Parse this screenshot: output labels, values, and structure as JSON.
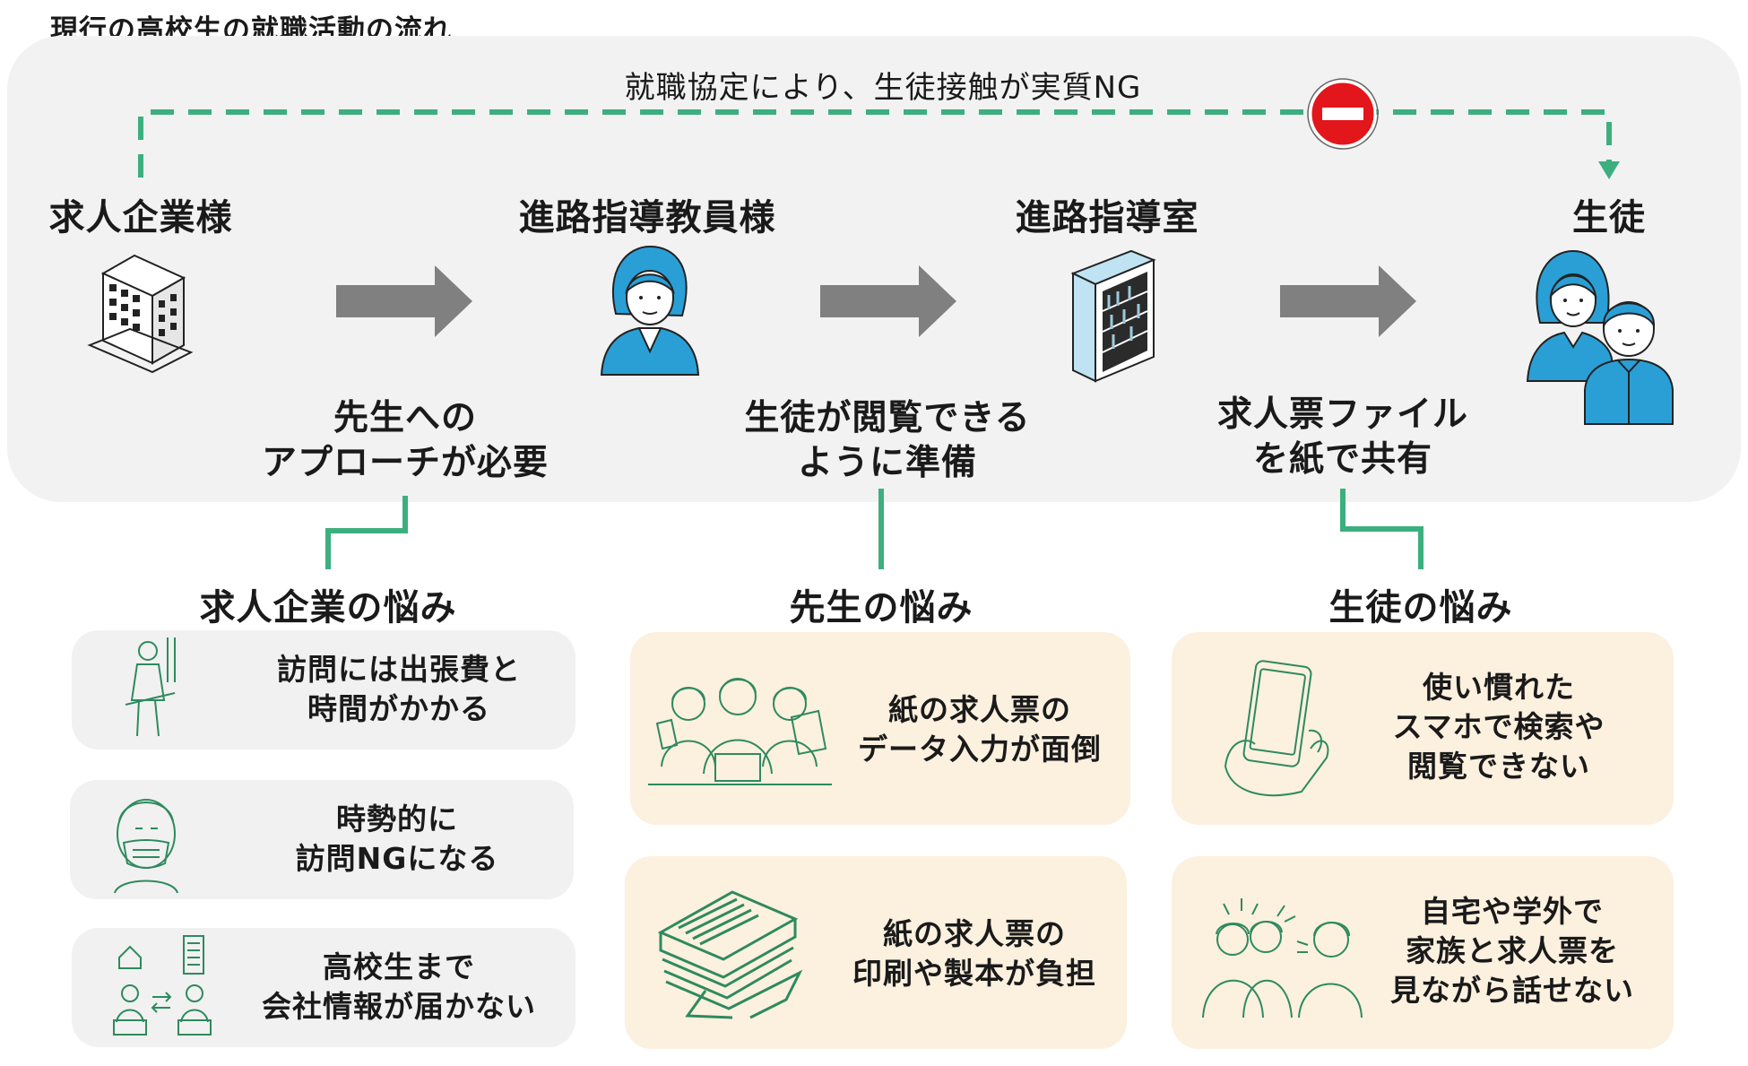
{
  "title": "現行の高校生の就職活動の流れ",
  "ng_note": "就職協定により、生徒接触が実質NG",
  "actors": {
    "company": "求人企業様",
    "teacher": "進路指導教員様",
    "room": "進路指導室",
    "student": "生徒"
  },
  "captions": {
    "c1": [
      "先生への",
      "アプローチが必要"
    ],
    "c2": [
      "生徒が閲覧できる",
      "ように準備"
    ],
    "c3": [
      "求人票ファイル",
      "を紙で共有"
    ]
  },
  "categories": {
    "company": "求人企業の悩み",
    "teacher": "先生の悩み",
    "student": "生徒の悩み"
  },
  "cards": {
    "company": [
      [
        "訪問には出張費と",
        "時間がかかる"
      ],
      [
        "時勢的に",
        "訪問NGになる"
      ],
      [
        "高校生まで",
        "会社情報が届かない"
      ]
    ],
    "teacher": [
      [
        "紙の求人票の",
        "データ入力が面倒"
      ],
      [
        "紙の求人票の",
        "印刷や製本が負担"
      ]
    ],
    "student": [
      [
        "使い慣れた",
        "スマホで検索や",
        "閲覧できない"
      ],
      [
        "自宅や学外で",
        "家族と求人票を",
        "見ながら話せない"
      ]
    ]
  },
  "colors": {
    "accent_green": "#3daf7f",
    "line_art_green": "#2e8a5e",
    "arrow_gray": "#808080",
    "person_blue": "#2a9fd6",
    "stop_red": "#e3161b",
    "panel_gray": "#f2f2f2",
    "card_gray": "#f1f1f1",
    "card_beige": "#fcf0df"
  }
}
